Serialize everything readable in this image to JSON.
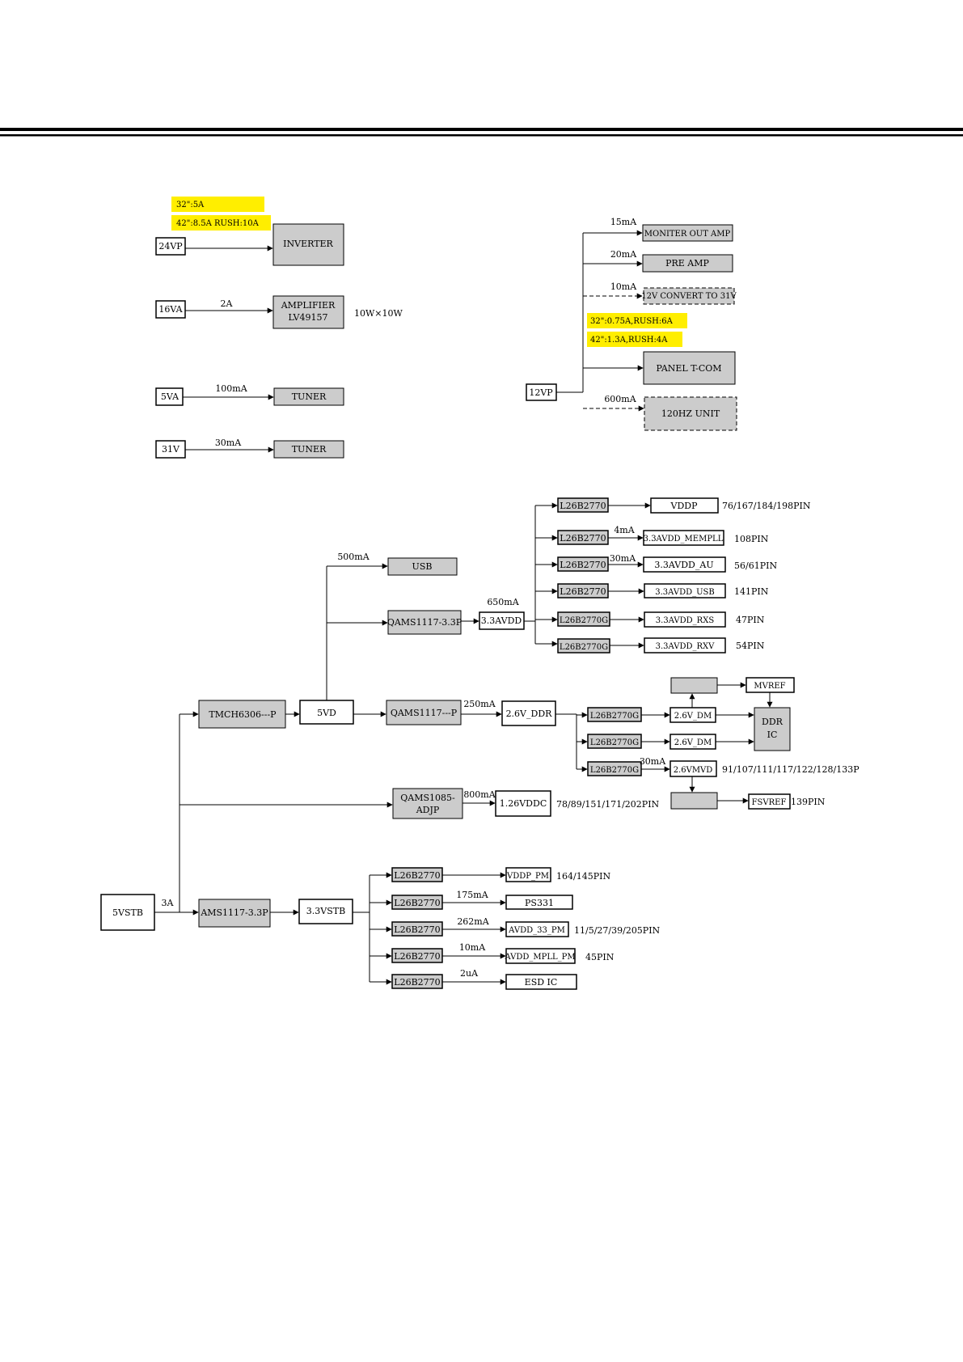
{
  "notes": {
    "n32_inverter": "32\":5A",
    "n42_inverter": "42\":8.5A RUSH:10A",
    "n32_panel": "32\":0.75A,RUSH:6A",
    "n42_panel": "42\":1.3A,RUSH:4A",
    "highlight_color": "#ffee00"
  },
  "top_left": {
    "v24": "24VP",
    "inverter": "INVERTER",
    "v16": "16VA",
    "cur_2a": "2A",
    "amp_line1": "AMPLIFIER",
    "amp_line2": "LV49157",
    "amp_power": "10W×10W",
    "v5": "5VA",
    "cur_100ma": "100mA",
    "tuner1": "TUNER",
    "v31": "31V",
    "cur_30ma": "30mA",
    "tuner2": "TUNER"
  },
  "top_right": {
    "v12": "12VP",
    "cur_15ma": "15mA",
    "mon_amp": "MONITER OUT AMP",
    "cur_20ma": "20mA",
    "pre_amp": "PRE AMP",
    "cur_10ma": "10mA",
    "conv_31v": "12V CONVERT TO 31V",
    "panel": "PANEL T-COM",
    "cur_600ma": "600mA",
    "unit_120hz": "120HZ UNIT"
  },
  "main": {
    "src": "5VSTB",
    "cur_3a": "3A",
    "tmch": "TMCH6306---P",
    "v5d": "5VD",
    "cur_500ma": "500mA",
    "usb": "USB",
    "qams_33": "QAMS1117-3.3P",
    "cur_650ma": "650mA",
    "v33avdd": "3.3AVDD",
    "l1": "L26B2770",
    "vddp": "VDDP",
    "pin_vddp": "76/167/184/198PIN",
    "l2": "L26B2770",
    "cur_4ma": "4mA",
    "mempll": "3.3AVDD_MEMPLL",
    "pin_mempll": "108PIN",
    "l3": "L26B2770",
    "cur_30ma_au": "30mA",
    "au": "3.3AVDD_AU",
    "pin_au": "56/61PIN",
    "l4": "L26B2770",
    "avdd_usb": "3.3AVDD_USB",
    "pin_usb": "141PIN",
    "l5": "L26B2770G",
    "rxs": "3.3AVDD_RXS",
    "pin_rxs": "47PIN",
    "l6": "L26B2770G",
    "rxv": "3.3AVDD_RXV",
    "pin_rxv": "54PIN",
    "qams_p": "QAMS1117---P",
    "cur_250ma": "250mA",
    "ddr26": "2.6V_DDR",
    "l7": "L26B2770G",
    "dm1": "2.6V_DM",
    "l8": "L26B2770G",
    "dm2": "2.6V_DM",
    "l9": "L26B2770G",
    "cur_30ma_mvd": "30mA",
    "vmvd": "2.6VMVD",
    "pin_mvd": "91/107/111/117/122/128/133P",
    "mvref": "MVREF",
    "ddr_ic1": "DDR",
    "ddr_ic2": "IC",
    "fsvref": "FSVREF",
    "pin_fsvref": "139PIN",
    "qams1085_1": "QAMS1085-",
    "qams1085_2": "ADJP",
    "cur_800ma": "800mA",
    "vddc": "1.26VDDC",
    "pin_vddc": "78/89/151/171/202PIN",
    "ams33": "AMS1117-3.3P",
    "v33stb": "3.3VSTB",
    "s1": "L26B2770",
    "vddp_pm": "VDDP_PM",
    "pin_vddp_pm": "164/145PIN",
    "s2": "L26B2770",
    "cur_175ma": "175mA",
    "ps331": "PS331",
    "s3": "L26B2770",
    "cur_262ma": "262mA",
    "avdd33pm": "AVDD_33_PM",
    "pin_avdd33pm": "11/5/27/39/205PIN",
    "s4": "L26B2770",
    "cur_10ma_mpll": "10mA",
    "mpll_pm": "AVDD_MPLL_PM",
    "pin_mpll_pm": "45PIN",
    "s5": "L26B2770",
    "cur_2ua": "2uA",
    "esd": "ESD IC"
  }
}
